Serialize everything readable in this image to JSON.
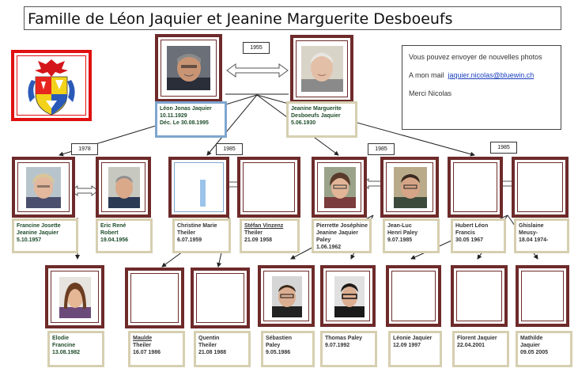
{
  "title": "Famille de Léon Jaquier et Jeanine Marguerite Desboeufs",
  "message": {
    "line1": "Vous pouvez envoyer de nouvelles photos",
    "line2_prefix": "A mon mail",
    "email": "jaquier.nicolas@bluewin.ch",
    "line3": "Merci  Nicolas"
  },
  "years": {
    "parents": "1955",
    "g1": "1978",
    "g2": "1985",
    "g3": "1985",
    "g4": "1985"
  },
  "people": {
    "leon": [
      "Léon Jonas Jaquier",
      "10.11.1929",
      "Déc. Le 30.08.1995"
    ],
    "jeanine": [
      "Jeanine Marguerite",
      "Desboeufs Jaquier",
      "5.06.1930"
    ],
    "francine": [
      "Francine Josette",
      "Jeanine Jaquier",
      "5.10.1957"
    ],
    "eric": [
      "Eric René",
      "Robert",
      "19.04.1956"
    ],
    "christine": [
      "Christine Marie",
      "Theiler",
      "6.07.1959"
    ],
    "stefan": [
      "Stéfan Vinzenz",
      "Theiler",
      "21.09 1958"
    ],
    "pierrette": [
      "Pierrette Joséphine",
      "Jeanine Jaquier",
      "Paley",
      "1.06.1962"
    ],
    "jeanluc": [
      "Jean-Luc",
      "Henri Paley",
      "9.07.1985"
    ],
    "hubert": [
      "Hubert Léon",
      "Francis",
      "30.05 1967"
    ],
    "ghislaine": [
      "Ghislaine",
      "Meusy-",
      "18.04 1974-"
    ],
    "elodie": [
      "Elodie",
      "Francine",
      "13.08.1982"
    ],
    "maude": [
      "Maulde",
      "Theiler",
      "16.07 1986"
    ],
    "quentin": [
      "Quentin",
      "Theiler",
      "21.08 1988"
    ],
    "sebastien": [
      "Sébastien",
      "Paley",
      "9.05.1986"
    ],
    "thomas": [
      "Thomas Paley",
      "9.07.1992"
    ],
    "leonie": [
      "Léonie Jaquier",
      "12.09 1997"
    ],
    "florent": [
      "Florent Jaquier",
      "22.04.2001"
    ],
    "mathilde": [
      "Mathilde",
      "Jaquier",
      "09.05 2005"
    ]
  },
  "colors": {
    "frame": "#6e2a2a",
    "label_border": "#d6cfb0",
    "label_text": "#1f4d2a",
    "crest_border": "#e01010",
    "link": "#1a3fbf"
  }
}
